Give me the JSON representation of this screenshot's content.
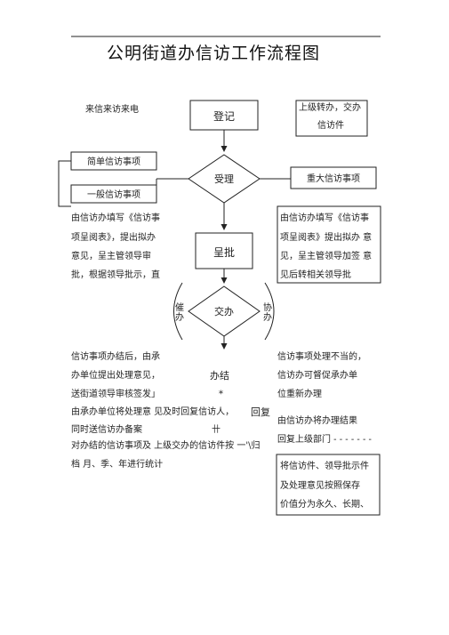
{
  "title": "公明街道办信访工作流程图",
  "sources": {
    "left": "来信来访来电",
    "right_line1": "上级转办，交办",
    "right_line2": "信访件"
  },
  "nodes": {
    "register": "登记",
    "accept": "受理",
    "submit": "呈批",
    "assign": "交办",
    "supervise_char1": "催",
    "supervise_char2": "办",
    "assist_char1": "协",
    "assist_char2": "办"
  },
  "categories": {
    "simple": "简单信访事项",
    "general": "一般信访事项",
    "major": "重大信访事项"
  },
  "left_note_lines": [
    "由信访办填写《信访事",
    "项呈阅表》，提出拟办",
    "意见，呈主管领导审",
    "批，根据领导批示，直"
  ],
  "right_note_lines": [
    "由信访办填写《信访事",
    "项呈阅表》提出拟办 意",
    "见，呈主管领导加签 意",
    "见后转相关领导批"
  ],
  "completion": {
    "left_lines": [
      "信访事项办结后，由承",
      "办单位提出处理意见，",
      "送街道领导审核签发」"
    ],
    "center_label": "办结",
    "center_mark": "*",
    "right_lines": [
      "信访事项处理不当的，",
      "信访办可督促承办单",
      "位重新办理"
    ]
  },
  "reply": {
    "line1": "由承办单位将处理意 见及时回复信访人，",
    "line1_tail": "回复",
    "line2": "同时送信访办备案",
    "line2_mark": "卄",
    "right_line1": "由信访办将办理结果",
    "right_line2": "回复上级部门 - - - - - - -"
  },
  "archive": {
    "line1": "对办结的信访事项及  上级交办的信访件按  一'\\归",
    "line2": "档  月、季、年进行统计"
  },
  "archive_box_lines": [
    "将信访件、领导批示件",
    "及处理意见按照保存",
    "价值分为永久、长期、"
  ]
}
